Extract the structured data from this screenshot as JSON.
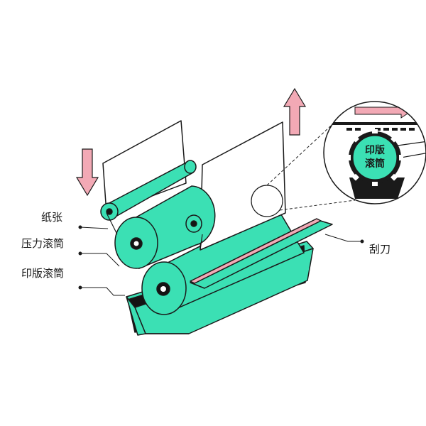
{
  "labels": {
    "paper": "纸张",
    "pressure_roller": "压力滚筒",
    "printing_roller": "印版滚筒",
    "doctor_blade": "刮刀"
  },
  "zoom": {
    "line1": "印版",
    "line2": "滚筒"
  },
  "colors": {
    "roller": "#3be0b4",
    "arrow": "#f2a9b5",
    "outline": "#1a1a1a",
    "ink": "#141414",
    "paper": "#ffffff"
  }
}
